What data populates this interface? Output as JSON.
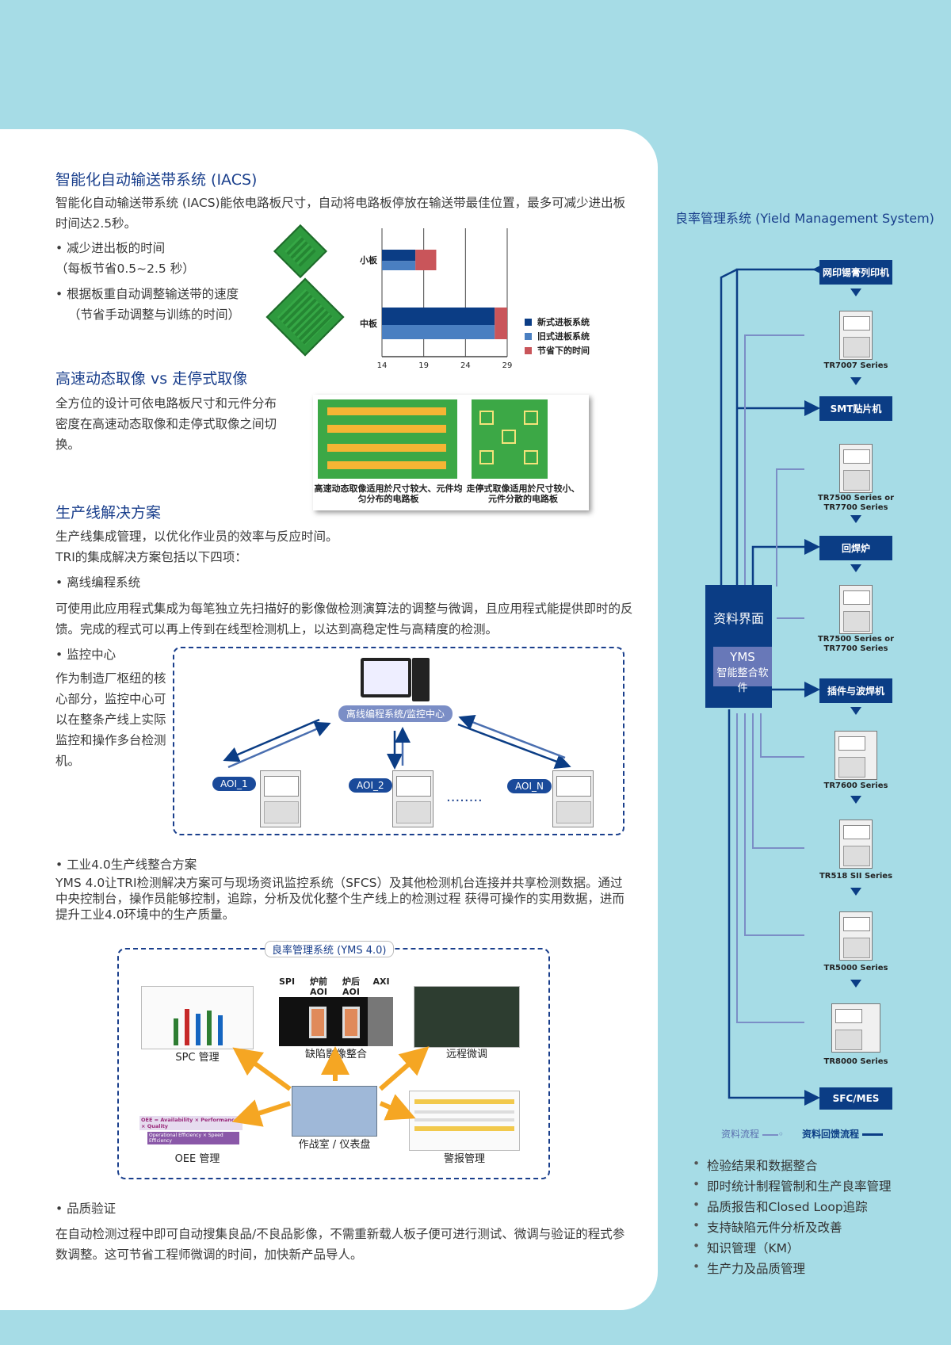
{
  "iacs": {
    "title": "智能化自动输送带系统 (IACS)",
    "desc": "智能化自动输送带系统 (IACS)能依电路板尺寸，自动将电路板停放在输送带最佳位置，最多可减少进出板时间达2.5秒。",
    "bullet1": "• 减少进出板的时间",
    "bullet1_sub": "（每板节省0.5~2.5 秒）",
    "bullet2": "• 根据板重自动调整输送带的速度",
    "bullet2_sub": "（节省手动调整与训练的时间）"
  },
  "chart_data": {
    "type": "bar",
    "categories": [
      "小板",
      "中板"
    ],
    "series": [
      {
        "name": "新式进板系统",
        "values": [
          18,
          27.5
        ]
      },
      {
        "name": "旧式进板系统",
        "values": [
          18,
          27.5
        ]
      },
      {
        "name": "节省下的时间",
        "values": [
          2.5,
          1.5
        ]
      }
    ],
    "x_ticks": [
      "14",
      "19",
      "24",
      "29"
    ],
    "xlim": [
      14,
      29
    ],
    "colors": {
      "new": "#0b3d85",
      "old": "#4a7fc1",
      "saved": "#c9555a"
    }
  },
  "imaging": {
    "title": "高速动态取像 vs 走停式取像",
    "desc": "全方位的设计可依电路板尺寸和元件分布密度在高速动态取像和走停式取像之间切换。",
    "cap1": "高速动态取像适用於尺寸较大、元件均匀分布的电路板",
    "cap2": "走停式取像适用於尺寸较小、元件分散的电路板"
  },
  "production": {
    "title": "生产线解决方案",
    "desc1": "生产线集成管理，以优化作业员的效率与反应时间。",
    "desc2": "TRI的集成解决方案包括以下四项：",
    "item1": "• 离线编程系统",
    "item1_desc": "可使用此应用程式集成为每笔独立先扫描好的影像做检测演算法的调整与微调，且应用程式能提供即时的反馈。完成的程式可以再上传到在线型检测机上，以达到高稳定性与高精度的检测。",
    "item2": "• 监控中心",
    "item2_desc": "作为制造厂枢纽的核心部分，监控中心可以在整条产线上实际监控和操作多台检测机。",
    "center_label": "离线编程系统/监控中心",
    "aoi1": "AOI_1",
    "aoi2": "AOI_2",
    "aoin": "AOI_N",
    "item3": "• 工业4.0生产线整合方案",
    "item3_desc": "YMS 4.0让TRI检测解决方案可与现场资讯监控系统（SFCS）及其他检测机台连接并共享检测数据。通过中央控制台，操作员能够控制，追踪，分析及优化整个生产线上的检测过程 获得可操作的实用数据，进而提升工业4.0环境中的生产质量。",
    "item4": "• 品质验证",
    "item4_desc": "在自动检测过程中即可自动搜集良品/不良品影像，不需重新载人板子便可进行测试、微调与验证的程式参数调整。这可节省工程师微调的时间，加快新产品导人。"
  },
  "yms": {
    "title": "良率管理系统 (YMS 4.0)",
    "spc": "SPC 管理",
    "defect": "缺陷影像整合",
    "remote": "远程微调",
    "oee": "OEE 管理",
    "war": "作战室 / 仪表盘",
    "alarm": "警报管理",
    "spi": "SPI",
    "pre": "炉前\nAOI",
    "post": "炉后\nAOI",
    "axi": "AXI",
    "oee_formula": "OEE = Availability × Performance × Quality",
    "oee_formula2": "Operational Efficiency × Speed Efficiency"
  },
  "sidebar": {
    "title": "良率管理系统 (Yield Management System)",
    "interface": "资料界面",
    "yms": "YMS",
    "yms_sub": "智能整合软件",
    "boxes": [
      "网印锡膏列印机",
      "SMT贴片机",
      "回焊炉",
      "插件与波焊机",
      "SFC/MES"
    ],
    "machines": [
      "TR7007 Series",
      "TR7500 Series or\nTR7700 Series",
      "TR7500 Series or\nTR7700 Series",
      "TR7600 Series",
      "TR518 SII Series",
      "TR5000 Series",
      "TR8000 Series"
    ],
    "legend_flow": "资料流程",
    "legend_feedback": "资料回馈流程",
    "bullets": [
      "检验结果和数据整合",
      "即时统计制程管制和生产良率管理",
      "品质报告和Closed Loop追踪",
      "支持缺陷元件分析及改善",
      "知识管理（KM）",
      "生产力及品质管理"
    ]
  }
}
